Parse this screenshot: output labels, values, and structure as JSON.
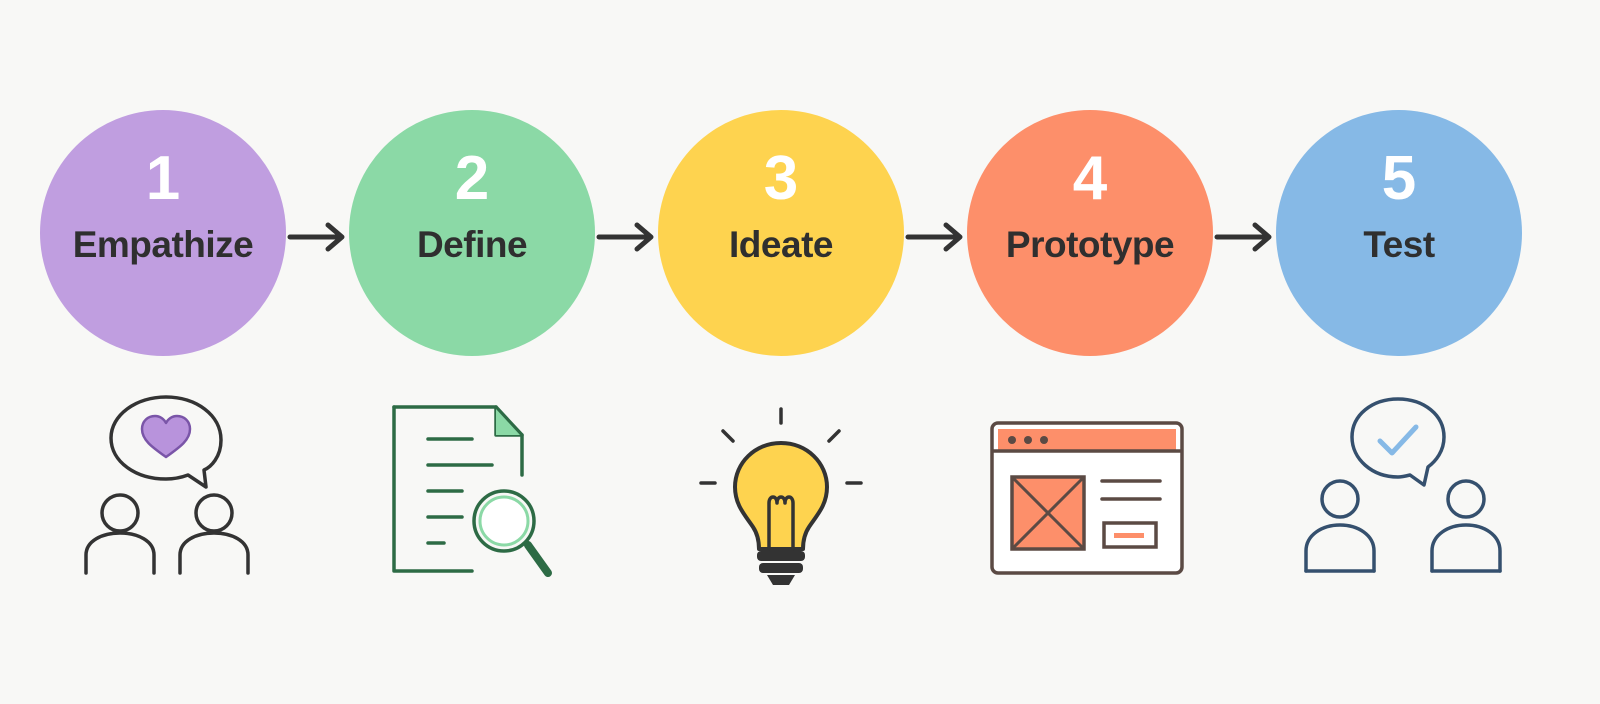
{
  "steps": [
    {
      "number": "1",
      "label": "Empathize",
      "color": "#c09ee0",
      "icon": "empathy-users-heart-icon"
    },
    {
      "number": "2",
      "label": "Define",
      "color": "#8bd9a6",
      "icon": "document-search-icon"
    },
    {
      "number": "3",
      "label": "Ideate",
      "color": "#fed34f",
      "icon": "lightbulb-icon"
    },
    {
      "number": "4",
      "label": "Prototype",
      "color": "#fd8f6a",
      "icon": "browser-wireframe-icon"
    },
    {
      "number": "5",
      "label": "Test",
      "color": "#86b9e6",
      "icon": "users-check-icon"
    }
  ],
  "colors": {
    "background": "#f8f8f6",
    "label_text": "#2f2f2f",
    "arrow": "#333333",
    "define_icon": "#2d6b45",
    "prototype_icon": "#5b4a44",
    "test_icon": "#35506e"
  }
}
